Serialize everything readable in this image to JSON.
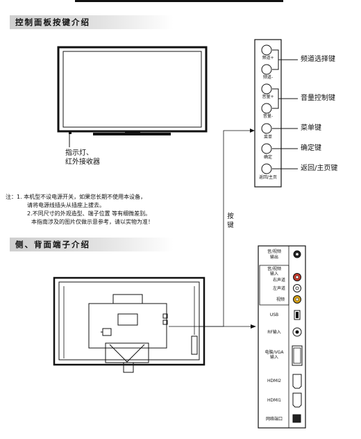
{
  "sections": {
    "control_panel_title": "控制面板按键介绍",
    "ports_title": "侧、背面端子介绍"
  },
  "tv_front": {
    "indicator_label_line1": "指示灯、",
    "indicator_label_line2": "红外接收器"
  },
  "control_panel": {
    "buttons": [
      {
        "label": "频道+"
      },
      {
        "label": "频道-"
      },
      {
        "label": "音量+"
      },
      {
        "label": "音量-"
      },
      {
        "label": "菜单"
      },
      {
        "label": "确定"
      },
      {
        "label": "返回/主页"
      }
    ],
    "callouts": {
      "channel": "频道选择键",
      "volume": "音量控制键",
      "menu": "菜单键",
      "ok": "确定键",
      "home": "返回/主页键"
    },
    "connector_label_char1": "按",
    "connector_label_char2": "键"
  },
  "note": {
    "line1": "注：1. 本机型不设电源开关，如果您长期不使用本设备，",
    "line2": "请将电源线插头从插座上拔去。",
    "line3": "2.不同尺寸的外观造型、端子位置 等有细微差别。",
    "line4": "本指南涉及的图片仅做示意参考，请以实物为准！"
  },
  "ports": {
    "av_out_l1": "音/视频",
    "av_out_l2": "输出",
    "av_in_l1": "音/视频",
    "av_in_l2": "输入",
    "right": "右声道",
    "left": "左声道",
    "video": "视频",
    "usb": "USB",
    "rf": "RF输入",
    "pc_l1": "电脑/VGA",
    "pc_l2": "输入",
    "hdmi2": "HDMI2",
    "hdmi1": "HDMI1",
    "network": "网络端口"
  },
  "colors": {
    "right_channel_jack": "#c0392b",
    "video_jack": "#d4a017"
  }
}
